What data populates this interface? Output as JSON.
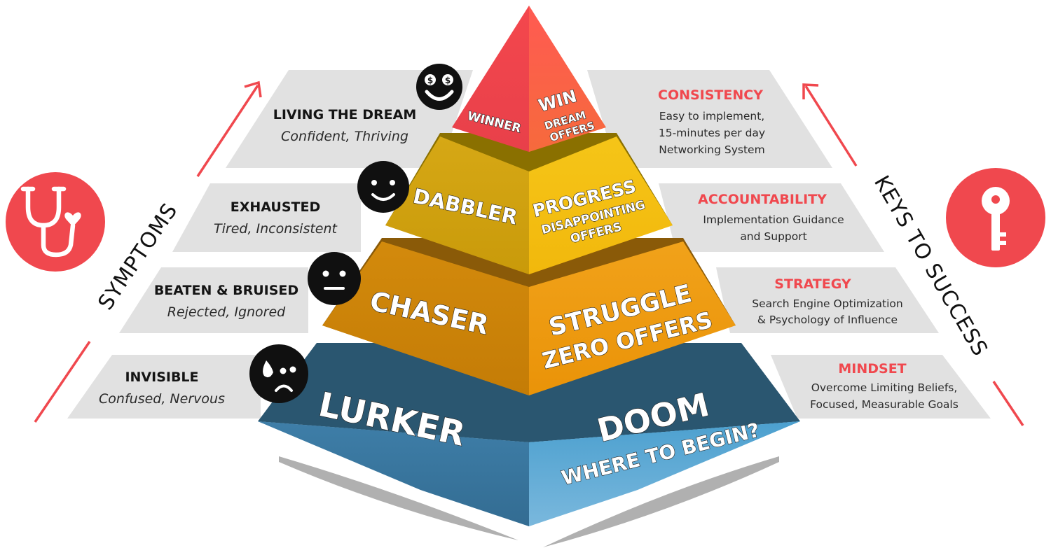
{
  "symptoms_label": "SYMPTOMS",
  "keys_label": "KEYS TO SUCCESS",
  "icons": {
    "left": "stethoscope-icon",
    "right": "key-icon",
    "accent": "#f0484e"
  },
  "symptoms": [
    {
      "title": "LIVING THE DREAM",
      "subtitle": "Confident, Thriving",
      "face": "money-eyes-face-icon"
    },
    {
      "title": "EXHAUSTED",
      "subtitle": "Tired, Inconsistent",
      "face": "smile-face-icon"
    },
    {
      "title": "BEATEN & BRUISED",
      "subtitle": "Rejected, Ignored",
      "face": "neutral-face-icon"
    },
    {
      "title": "INVISIBLE",
      "subtitle": "Confused, Nervous",
      "face": "sweat-sad-face-icon"
    }
  ],
  "keys": [
    {
      "title": "CONSISTENCY",
      "lines": [
        "Easy to implement,",
        "15-minutes per day",
        "Networking System"
      ]
    },
    {
      "title": "ACCOUNTABILITY",
      "lines": [
        "Implementation Guidance",
        "and Support"
      ]
    },
    {
      "title": "STRATEGY",
      "lines": [
        "Search Engine Optimization",
        "& Psychology of Influence"
      ]
    },
    {
      "title": "MINDSET",
      "lines": [
        "Overcome Limiting Beliefs,",
        "Focused, Measurable Goals"
      ]
    }
  ],
  "pyramid": {
    "tier1": {
      "left": "WINNER",
      "right_main": "WIN",
      "right_sub1": "DREAM",
      "right_sub2": "OFFERS",
      "color": "#f0484e"
    },
    "tier2": {
      "left": "DABBLER",
      "right_main": "PROGRESS",
      "right_sub1": "DISAPPOINTING",
      "right_sub2": "OFFERS",
      "color": "#f3c116"
    },
    "tier3": {
      "left": "CHASER",
      "right_main": "STRUGGLE",
      "right_sub1": "ZERO OFFERS",
      "color": "#ec9a10"
    },
    "tier4": {
      "left": "LURKER",
      "right_main": "DOOM",
      "right_sub1": "WHERE TO BEGIN?",
      "color": "#4a97c4"
    }
  }
}
